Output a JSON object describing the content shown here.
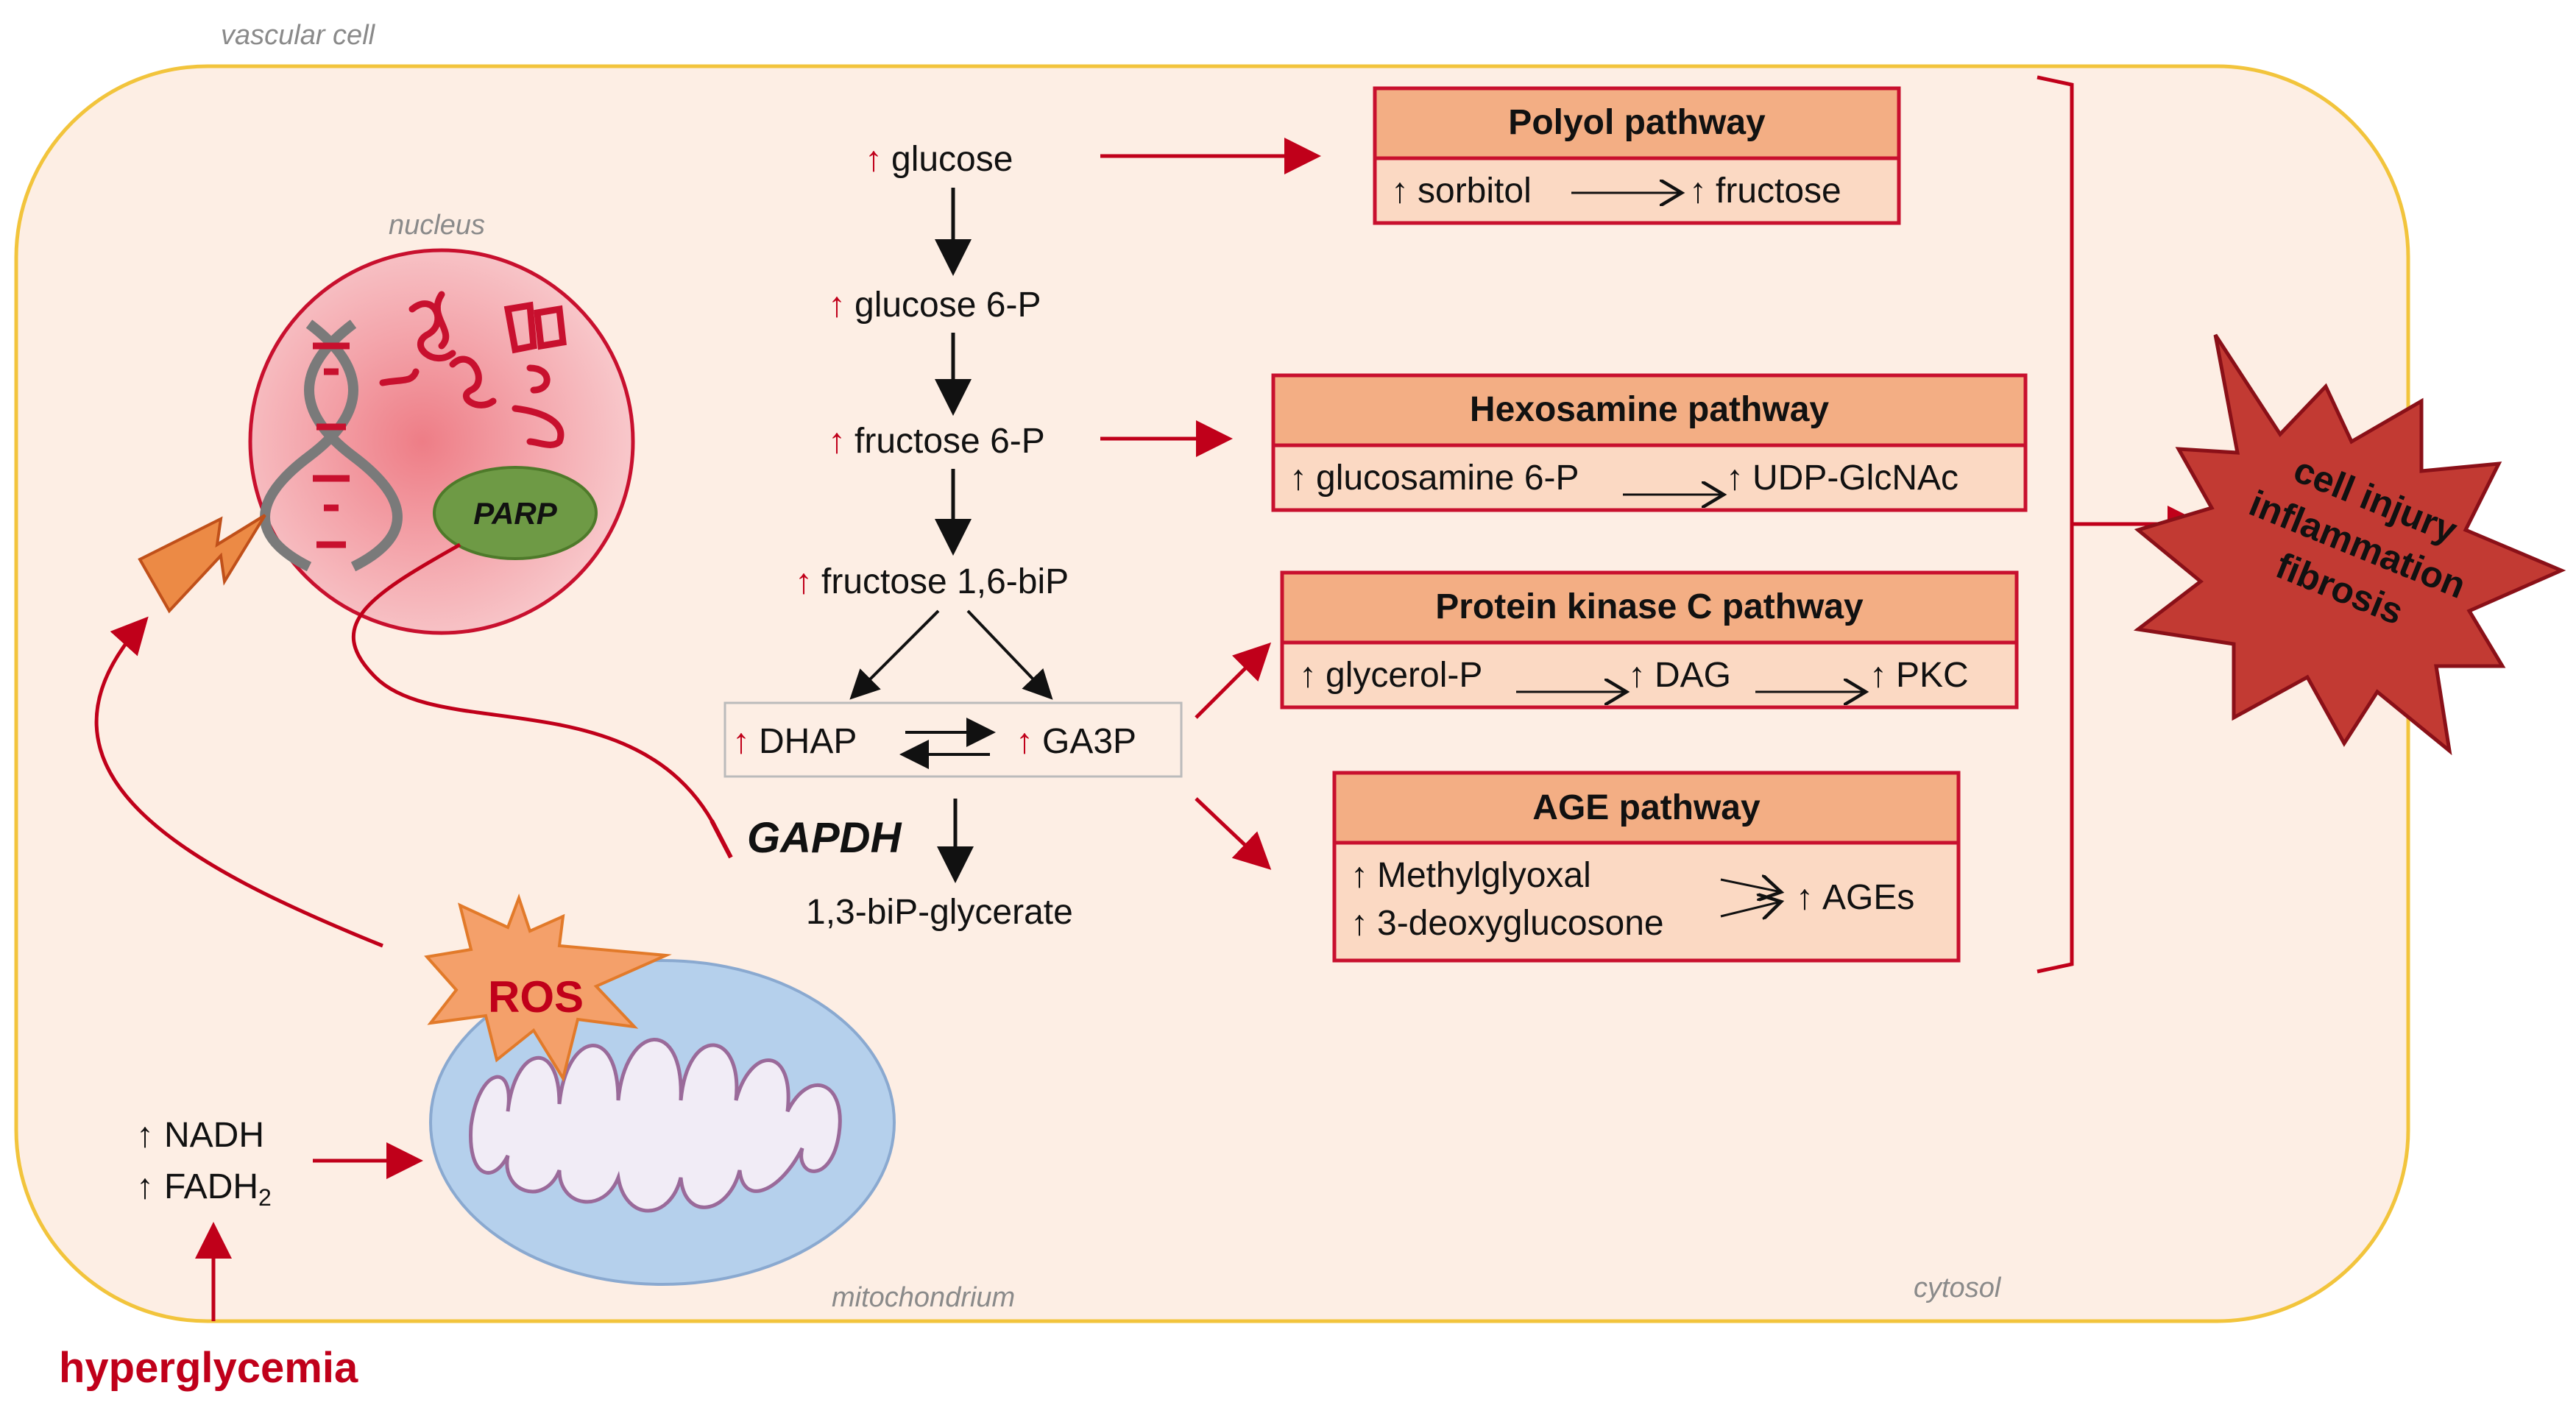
{
  "labels": {
    "vascular_cell": "vascular cell",
    "nucleus": "nucleus",
    "mitochondrium": "mitochondrium",
    "cytosol": "cytosol",
    "parp": "PARP",
    "ros": "ROS",
    "gapdh": "GAPDH",
    "hyperglycemia": "hyperglycemia",
    "nadh": "NADH",
    "fadh": "FADH",
    "fadh_sub": "2",
    "up_arrow": "↑"
  },
  "glycolysis": {
    "glucose": "glucose",
    "glucose6p": "glucose 6-P",
    "fructose6p": "fructose 6-P",
    "fructose16bip": "fructose 1,6-biP",
    "dhap": "DHAP",
    "ga3p": "GA3P",
    "biPglycerate": "1,3-biP-glycerate"
  },
  "pathways": {
    "polyol": {
      "title": "Polyol pathway",
      "from": "sorbitol",
      "to": "fructose"
    },
    "hexosamine": {
      "title": "Hexosamine pathway",
      "from": "glucosamine 6-P",
      "to": "UDP-GlcNAc"
    },
    "pkc": {
      "title": "Protein kinase C pathway",
      "a": "glycerol-P",
      "b": "DAG",
      "c": "PKC"
    },
    "age": {
      "title": "AGE pathway",
      "a": "Methylglyoxal",
      "b": "3-deoxyglucosone",
      "out": "AGEs"
    }
  },
  "outcome": {
    "line1": "cell injury",
    "line2": "inflammation",
    "line3": "fibrosis"
  },
  "colors": {
    "accent_red": "#c0001a",
    "cell_fill": "#fdeee4",
    "cell_border": "#f2c43c",
    "box_header": "#f3ae84",
    "box_body": "#fbd9c3"
  }
}
